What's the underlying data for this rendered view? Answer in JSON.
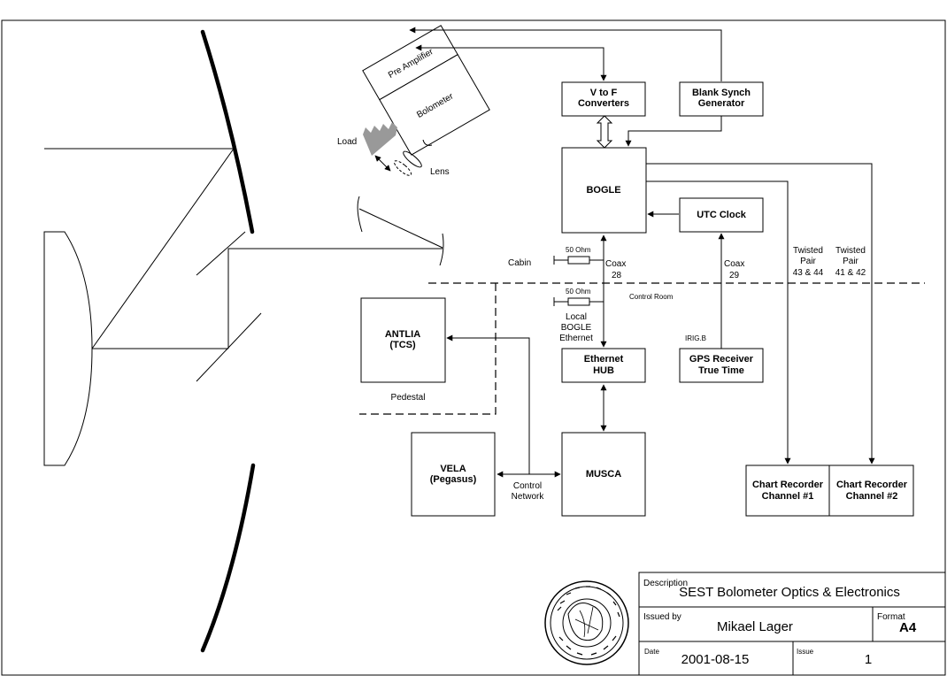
{
  "blocks": {
    "vtof": [
      "V to F",
      "Converters"
    ],
    "blank_synch": [
      "Blank Synch",
      "Generator"
    ],
    "bogle": "BOGLE",
    "utc_clock": "UTC Clock",
    "antlia": [
      "ANTLIA",
      "(TCS)"
    ],
    "ethernet_hub": [
      "Ethernet",
      "HUB"
    ],
    "gps": [
      "GPS Receiver",
      "True Time"
    ],
    "vela": [
      "VELA",
      "(Pegasus)"
    ],
    "musca": "MUSCA",
    "chart1": [
      "Chart Recorder",
      "Channel #1"
    ],
    "chart2": [
      "Chart Recorder",
      "Channel #2"
    ]
  },
  "optics": {
    "pre_amplifier": "Pre Amplifier",
    "bolometer": "Bolometer",
    "load": "Load",
    "lens": "Lens"
  },
  "labels": {
    "cabin": "Cabin",
    "control_room": "Control Room",
    "coax28": [
      "Coax",
      "28"
    ],
    "coax29": [
      "Coax",
      "29"
    ],
    "resistor_top": "50 Ohm",
    "resistor_bottom": "50 Ohm",
    "local_bogle_ethernet": [
      "Local",
      "BOGLE",
      "Ethernet"
    ],
    "irig": "IRIG.B",
    "pedestal": "Pedestal",
    "control_network": [
      "Control",
      "Network"
    ],
    "twisted_pair_1": [
      "Twisted",
      "Pair",
      "43 & 44"
    ],
    "twisted_pair_2": [
      "Twisted",
      "Pair",
      "41 & 42"
    ]
  },
  "title_block": {
    "description_label": "Description",
    "description": "SEST Bolometer Optics & Electronics",
    "issued_by_label": "Issued by",
    "issued_by": "Mikael Lager",
    "format_label": "Format",
    "format": "A4",
    "date_label": "Date",
    "date": "2001-08-15",
    "issue_label": "Issue",
    "issue": "1"
  }
}
